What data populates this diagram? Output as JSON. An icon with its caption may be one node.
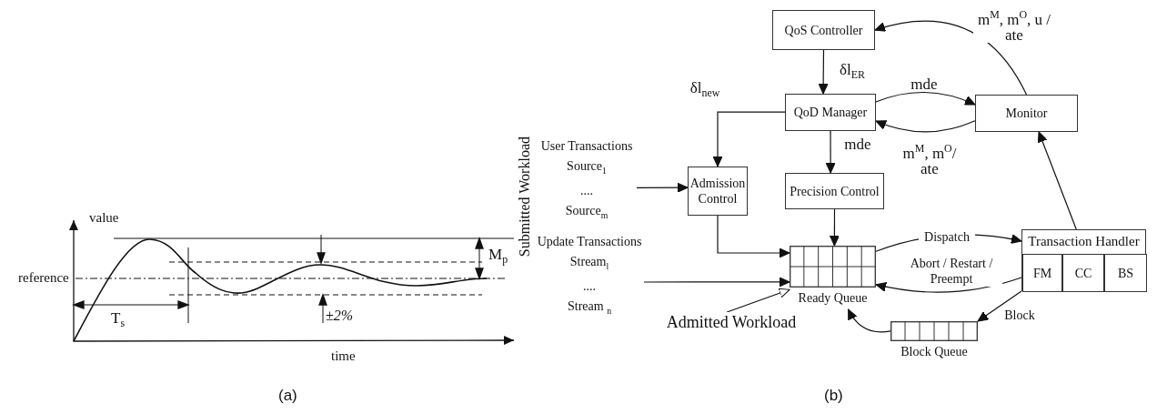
{
  "diagram": {
    "nodes": [
      {
        "text": [
          "QoS Controller"
        ]
      },
      {
        "text": [
          "QoD Manager"
        ]
      },
      {
        "text": [
          "Monitor"
        ]
      },
      {
        "text": [
          "Admission Control"
        ]
      },
      {
        "text": [
          "Precision Control"
        ]
      },
      {
        "text": [
          "User Transactions",
          "Source$_{1}$",
          "....",
          "Source$_{m}$"
        ]
      },
      {
        "text": [
          "Update Transactions",
          "Stream$_{l}$",
          "....",
          "Stream $_{n}$"
        ]
      },
      {
        "text": [
          "Ready Queue"
        ]
      },
      {
        "text": [
          "Transaction Handler"
        ]
      },
      {
        "text": [
          "FM"
        ],
        "in": 8
      },
      {
        "text": [
          "CC"
        ],
        "in": 8
      },
      {
        "text": [
          "BS"
        ],
        "in": 8
      },
      {
        "text": [
          "Block Queue"
        ]
      },
      {
        "text": [
          "Admitted Workload"
        ]
      }
    ],
    "edges": [
      {
        "from": 0,
        "to": 1,
        "arrow": "to",
        "label": "δl$_{ER}$"
      },
      {
        "from": 1,
        "to": 3,
        "arrow": "to",
        "label": "δl$_{new}$"
      },
      {
        "from": 1,
        "to": 2,
        "arrow": "to",
        "label": "mde"
      },
      {
        "from": 2,
        "to": 1,
        "arrow": "to",
        "label": "m$^{M}$, m$^{O}$/ ate"
      },
      {
        "from": 2,
        "to": 0,
        "arrow": "to",
        "label": "m$^{M}$, m$^{O}$, u / ate"
      },
      {
        "from": 1,
        "to": 4,
        "arrow": "to",
        "label": "mde"
      },
      {
        "from": 5,
        "to": 3,
        "arrow": "to"
      },
      {
        "from": 3,
        "to": 7,
        "arrow": "to"
      },
      {
        "from": 4,
        "to": 7,
        "arrow": "to"
      },
      {
        "from": 6,
        "to": 7,
        "arrow": "to"
      },
      {
        "from": 7,
        "to": 8,
        "arrow": "to",
        "label": "Dispatch"
      },
      {
        "from": 8,
        "to": 7,
        "arrow": "to",
        "label": "Abort / Restart / Preempt"
      },
      {
        "from": 8,
        "to": 2,
        "arrow": "to"
      },
      {
        "from": 8,
        "to": 12,
        "arrow": "to",
        "label": "Block"
      },
      {
        "from": 12,
        "to": 7,
        "arrow": "to"
      },
      {
        "from": 13,
        "to": 7,
        "arrow": "to"
      }
    ],
    "labels": [
      "value",
      "reference",
      "T$_{s}$",
      "M$_{p}$",
      "±2%",
      "time",
      "(a)",
      "Submitted Workload",
      "(b)"
    ]
  }
}
